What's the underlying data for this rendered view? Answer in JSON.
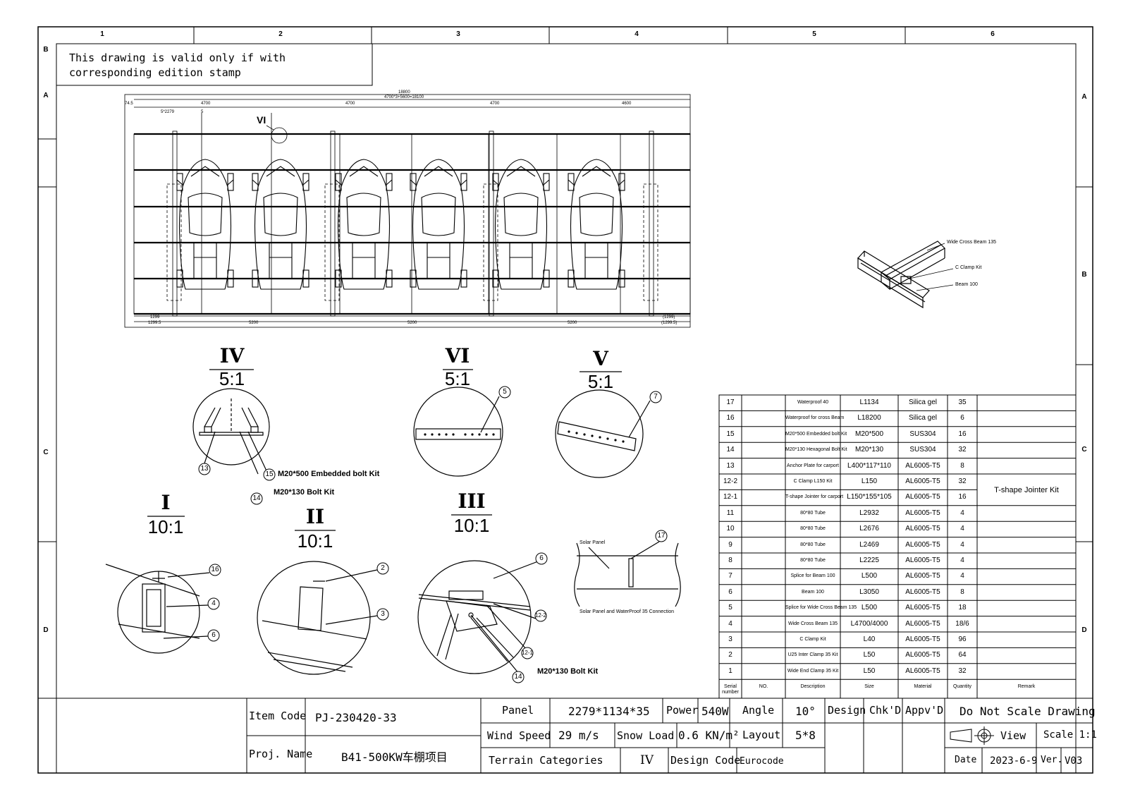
{
  "frame": {
    "columns": [
      "1",
      "2",
      "3",
      "4",
      "5",
      "6"
    ],
    "rows_left": [
      "B",
      "A",
      "C",
      "D"
    ],
    "rows_right": [
      "A",
      "B",
      "C",
      "D"
    ]
  },
  "note": "This drawing is valid only if with corresponding edition stamp",
  "plan": {
    "detail_marker": "VI",
    "top_dims": [
      "18800",
      "4700*3+5600=18100",
      "4700",
      "4700",
      "4700",
      "4600"
    ],
    "left_dims": [
      "74.5",
      "5*2279",
      "5"
    ],
    "bottom_dims": [
      "1299",
      "1299.5",
      "5200",
      "5200",
      "5200",
      "(1299)",
      "(1299.5)"
    ]
  },
  "iso": {
    "labels": [
      "Wide Cross Beam 135",
      "C Clamp Kit",
      "Beam 100"
    ]
  },
  "details": {
    "iv": {
      "title": "IV",
      "scale": "5:1"
    },
    "vi": {
      "title": "VI",
      "scale": "5:1"
    },
    "v": {
      "title": "V",
      "scale": "5:1"
    },
    "i": {
      "title": "I",
      "scale": "10:1"
    },
    "ii": {
      "title": "II",
      "scale": "10:1"
    },
    "iii": {
      "title": "III",
      "scale": "10:1"
    }
  },
  "callouts": {
    "c13": "13",
    "c15": "15",
    "c14a": "14",
    "l15": "M20*500 Embedded bolt Kit",
    "l14a": "M20*130 Bolt Kit",
    "c5": "5",
    "c7": "7",
    "c16": "16",
    "c4": "4",
    "c6a": "6",
    "c2": "2",
    "c3": "3",
    "c6b": "6",
    "c122": "12-2",
    "c121": "12-1",
    "c14b": "14",
    "l14b": "M20*130 Bolt Kit",
    "c17": "17",
    "solar_panel": "Solar Panel",
    "connection": "Solar Panel and WaterProof 35 Connection"
  },
  "bom": {
    "headers": [
      "Serial number",
      "NO.",
      "Description",
      "Size",
      "Material",
      "Quantity",
      "Remark"
    ],
    "rows": [
      {
        "serial": "17",
        "no": "",
        "desc": "Waterproof 40",
        "size": "L1134",
        "material": "Silica gel",
        "qty": "35"
      },
      {
        "serial": "16",
        "no": "",
        "desc": "Waterproof for cross Beam",
        "size": "L18200",
        "material": "Silica gel",
        "qty": "6"
      },
      {
        "serial": "15",
        "no": "",
        "desc": "M20*500 Embedded bolt Kit",
        "size": "M20*500",
        "material": "SUS304",
        "qty": "16"
      },
      {
        "serial": "14",
        "no": "",
        "desc": "M20*130 Hexagonal Bolt Kit",
        "size": "M20*130",
        "material": "SUS304",
        "qty": "32"
      },
      {
        "serial": "13",
        "no": "",
        "desc": "Anchor Plate for carport",
        "size": "L400*117*110",
        "material": "AL6005-T5",
        "qty": "8"
      },
      {
        "serial": "12-2",
        "no": "",
        "desc": "C Clamp L150 Kit",
        "size": "L150",
        "material": "AL6005-T5",
        "qty": "32"
      },
      {
        "serial": "12-1",
        "no": "",
        "desc": "T-shape Jointer for carport",
        "size": "L150*155*105",
        "material": "AL6005-T5",
        "qty": "16"
      },
      {
        "serial": "11",
        "no": "",
        "desc": "80*80 Tube",
        "size": "L2932",
        "material": "AL6005-T5",
        "qty": "4"
      },
      {
        "serial": "10",
        "no": "",
        "desc": "80*80 Tube",
        "size": "L2676",
        "material": "AL6005-T5",
        "qty": "4"
      },
      {
        "serial": "9",
        "no": "",
        "desc": "80*80 Tube",
        "size": "L2469",
        "material": "AL6005-T5",
        "qty": "4"
      },
      {
        "serial": "8",
        "no": "",
        "desc": "80*80 Tube",
        "size": "L2225",
        "material": "AL6005-T5",
        "qty": "4"
      },
      {
        "serial": "7",
        "no": "",
        "desc": "Splice for Beam 100",
        "size": "L500",
        "material": "AL6005-T5",
        "qty": "4"
      },
      {
        "serial": "6",
        "no": "",
        "desc": "Beam 100",
        "size": "L3050",
        "material": "AL6005-T5",
        "qty": "8"
      },
      {
        "serial": "5",
        "no": "",
        "desc": "Splice for Wide Cross Beam 135",
        "size": "L500",
        "material": "AL6005-T5",
        "qty": "18"
      },
      {
        "serial": "4",
        "no": "",
        "desc": "Wide Cross Beam 135",
        "size": "L4700/4000",
        "material": "AL6005-T5",
        "qty": "18/6"
      },
      {
        "serial": "3",
        "no": "",
        "desc": "C Clamp Kit",
        "size": "L40",
        "material": "AL6005-T5",
        "qty": "96"
      },
      {
        "serial": "2",
        "no": "",
        "desc": "U25 Inter Clamp 35 Kit",
        "size": "L50",
        "material": "AL6005-T5",
        "qty": "64"
      },
      {
        "serial": "1",
        "no": "",
        "desc": "Wide End Clamp 35 Kit",
        "size": "L50",
        "material": "AL6005-T5",
        "qty": "32"
      }
    ],
    "merged_remark": "T-shape Jointer Kit"
  },
  "title_block": {
    "item_code_label": "Item Code",
    "item_code": "PJ-230420-33",
    "proj_name_label": "Proj. Name",
    "proj_name": "B41-500KW车棚项目",
    "panel_label": "Panel",
    "panel": "2279*1134*35",
    "power_label": "Power",
    "power": "540W",
    "angle_label": "Angle",
    "angle": "10°",
    "design_label": "Design",
    "chkd_label": "Chk'D",
    "appvd_label": "Appv'D",
    "do_not_scale": "Do Not Scale Drawing",
    "wind_label": "Wind Speed",
    "wind": "29 m/s",
    "snow_label": "Snow Load",
    "snow": "0.6 KN/m²",
    "layout_label": "Layout",
    "layout": "5*8",
    "view_label": "View",
    "scale": "Scale 1:1",
    "terrain_label": "Terrain  Categories",
    "terrain": "IV",
    "design_code_label": "Design Code",
    "design_code": "Eurocode",
    "date_label": "Date",
    "date": "2023-6-9",
    "ver_label": "Ver.",
    "ver": "V03"
  }
}
